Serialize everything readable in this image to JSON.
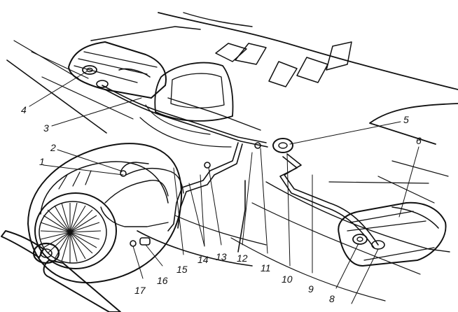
{
  "figure": {
    "callouts": [
      "1",
      "2",
      "3",
      "4",
      "5",
      "6",
      "8",
      "9",
      "10",
      "11",
      "12",
      "13",
      "14",
      "15",
      "16",
      "17"
    ]
  }
}
